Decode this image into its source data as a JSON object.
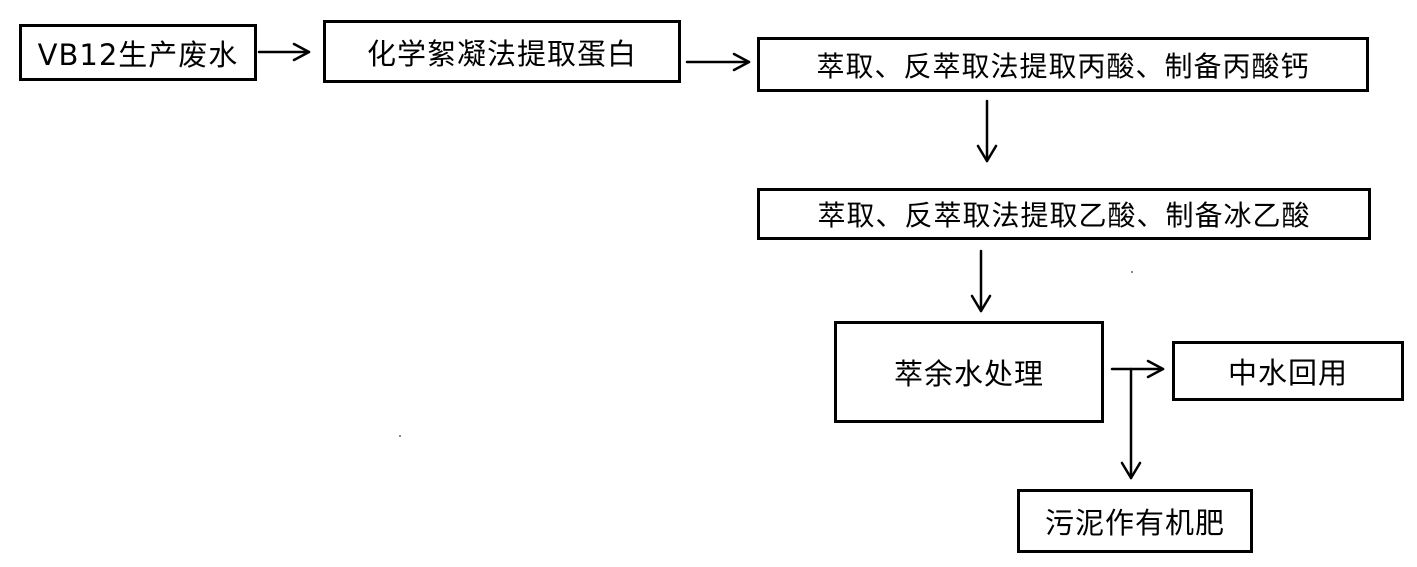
{
  "nodes": {
    "source": "VB12生产废水",
    "protein": "化学絮凝法提取蛋白",
    "propionic": "萃取、反萃取法提取丙酸、制备丙酸钙",
    "acetic": "萃取、反萃取法提取乙酸、制备冰乙酸",
    "raffinate": "萃余水处理",
    "reuse": "中水回用",
    "sludge": "污泥作有机肥"
  }
}
